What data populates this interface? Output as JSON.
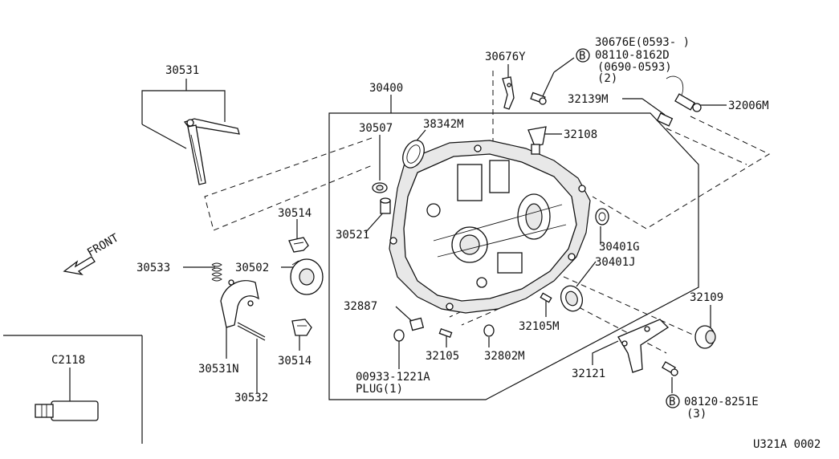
{
  "diagram_id": "U321A 0002",
  "front_label": "FRONT",
  "parts": {
    "p30531": "30531",
    "p30400": "30400",
    "p30507": "30507",
    "p38342M": "38342M",
    "p30676Y": "30676Y",
    "p30676E": "30676E(0593-    )",
    "p08110": "08110-8162D",
    "p08110_range": "(0690-0593)",
    "p08110_qty": "(2)",
    "p32139M": "32139M",
    "p32006M": "32006M",
    "p32108": "32108",
    "p30514_top": "30514",
    "p30521": "30521",
    "p30502": "30502",
    "p30533": "30533",
    "p30401G": "30401G",
    "p30401J": "30401J",
    "p32887": "32887",
    "p32105M": "32105M",
    "p32109": "32109",
    "p30531N": "30531N",
    "p30514_bot": "30514",
    "p32105": "32105",
    "p32802M": "32802M",
    "p00933": "00933-1221A",
    "p00933_plug": "PLUG(1)",
    "p32121": "32121",
    "p08120": "08120-8251E",
    "p08120_qty": "(3)",
    "p30532": "30532",
    "pC2118": "C2118"
  },
  "bolt_marker": "B"
}
